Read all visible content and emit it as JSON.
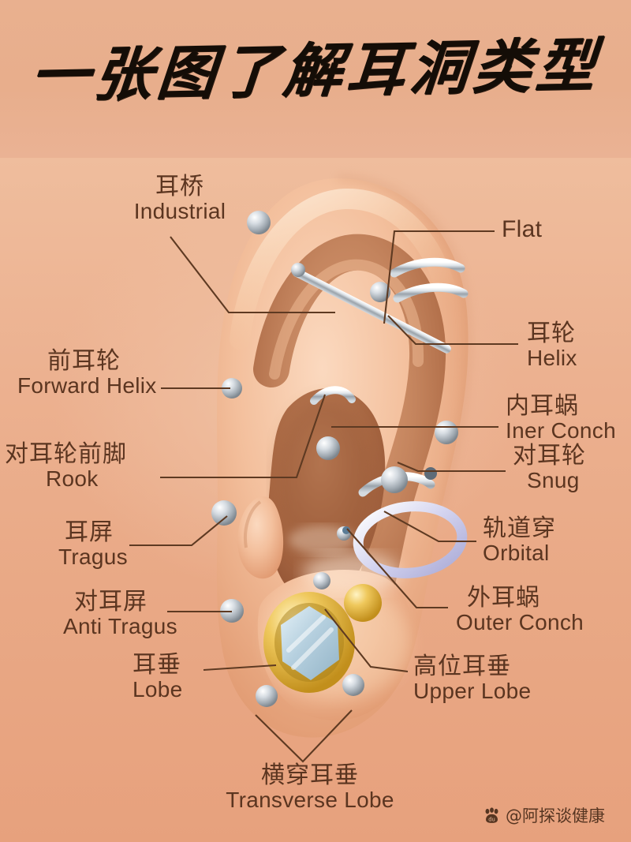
{
  "poster": {
    "title": "一张图了解耳洞类型",
    "background_color": "#eaac88",
    "header_color": "#e9b08f",
    "text_color": "#5b3520",
    "leader_line_color": "#5e3a22"
  },
  "watermark": {
    "icon": "baidu-paw-icon",
    "handle": "@阿探谈健康"
  },
  "labels": [
    {
      "id": "industrial",
      "cn": "耳桥",
      "en": "Industrial"
    },
    {
      "id": "flat",
      "cn": "",
      "en": "Flat"
    },
    {
      "id": "forward-helix",
      "cn": "前耳轮",
      "en": "Forward Helix"
    },
    {
      "id": "helix",
      "cn": "耳轮",
      "en": "Helix"
    },
    {
      "id": "iner-conch",
      "cn": "内耳蜗",
      "en": "Iner Conch"
    },
    {
      "id": "rook",
      "cn": "对耳轮前脚",
      "en": "Rook"
    },
    {
      "id": "snug",
      "cn": "对耳轮",
      "en": "Snug"
    },
    {
      "id": "tragus",
      "cn": "耳屏",
      "en": "Tragus"
    },
    {
      "id": "orbital",
      "cn": "轨道穿",
      "en": "Orbital"
    },
    {
      "id": "anti-tragus",
      "cn": "对耳屏",
      "en": "Anti Tragus"
    },
    {
      "id": "outer-conch",
      "cn": "外耳蜗",
      "en": "Outer Conch"
    },
    {
      "id": "lobe",
      "cn": "耳垂",
      "en": "Lobe"
    },
    {
      "id": "upper-lobe",
      "cn": "高位耳垂",
      "en": "Upper Lobe"
    },
    {
      "id": "transverse-lobe",
      "cn": "横穿耳垂",
      "en": "Transverse Lobe"
    }
  ],
  "jewelry": {
    "silver": "#b9bfc6",
    "silver_light": "#eef2f5",
    "gold": "#e3b33b",
    "gold_light": "#f6e08a",
    "gem": "#b9d3e0",
    "orbital_ring": "#ccccea"
  }
}
